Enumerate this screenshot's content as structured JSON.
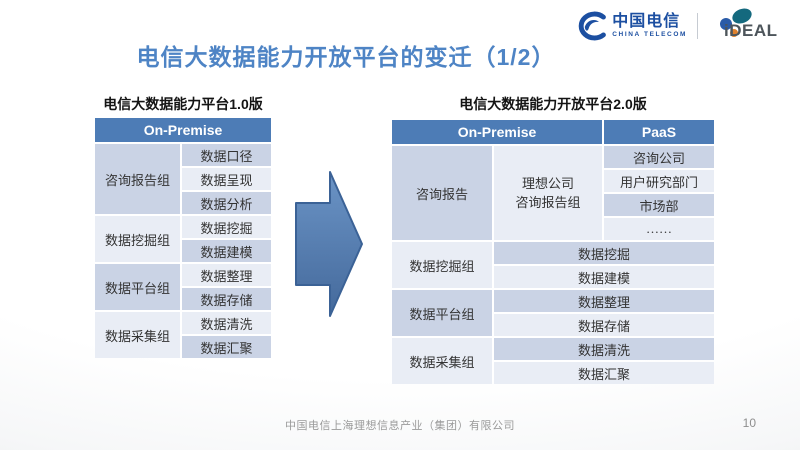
{
  "brand": {
    "china_telecom": {
      "name_cn": "中国电信",
      "name_en": "CHINA TELECOM"
    },
    "ideal": {
      "text": "iDEAL"
    }
  },
  "title": "电信大数据能力开放平台的变迁（1/2）",
  "platform_v1": {
    "subtitle": "电信大数据能力平台1.0版",
    "column_header": "On-Premise",
    "groups": [
      {
        "label": "咨询报告组",
        "items": [
          "数据口径",
          "数据呈现",
          "数据分析"
        ]
      },
      {
        "label": "数据挖掘组",
        "items": [
          "数据挖掘",
          "数据建模"
        ]
      },
      {
        "label": "数据平台组",
        "items": [
          "数据整理",
          "数据存储"
        ]
      },
      {
        "label": "数据采集组",
        "items": [
          "数据清洗",
          "数据汇聚"
        ]
      }
    ]
  },
  "platform_v2": {
    "subtitle": "电信大数据能力开放平台2.0版",
    "column_headers": {
      "on_premise": "On-Premise",
      "paas": "PaaS"
    },
    "consulting": {
      "group": "咨询报告",
      "subgroup_line1": "理想公司",
      "subgroup_line2": "咨询报告组",
      "paas_items": [
        "咨询公司",
        "用户研究部门",
        "市场部",
        "……"
      ]
    },
    "groups": [
      {
        "label": "数据挖掘组",
        "items": [
          "数据挖掘",
          "数据建模"
        ]
      },
      {
        "label": "数据平台组",
        "items": [
          "数据整理",
          "数据存储"
        ]
      },
      {
        "label": "数据采集组",
        "items": [
          "数据清洗",
          "数据汇聚"
        ]
      }
    ]
  },
  "footer": {
    "company": "中国电信上海理想信息产业（集团）有限公司",
    "page_number": "10"
  },
  "colors": {
    "header_blue": "#4d7cb6",
    "band_dark": "#cad3e5",
    "band_light": "#e9edf5",
    "title_blue": "#4e84c5",
    "arrow_blue": "#4f81bd",
    "telecom_blue": "#1c4fa1",
    "ideal_teal": "#14697e",
    "ideal_blue": "#2a5ba8",
    "ideal_orange": "#e0812c"
  }
}
